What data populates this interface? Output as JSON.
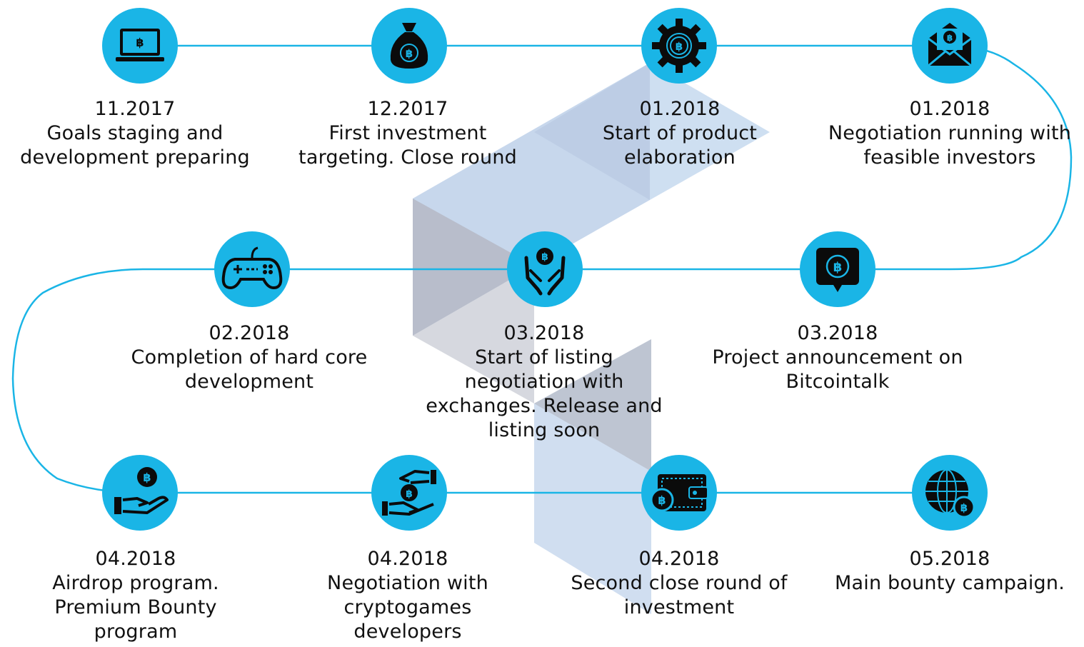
{
  "colors": {
    "accent": "#1ab5e6",
    "icon": "#0b0b0b",
    "text": "#111111",
    "shape_blue": "#b7cbe6",
    "shape_gray": "#b8bcc9"
  },
  "milestones": [
    {
      "date": "11.2017",
      "text": "Goals staging and development preparing",
      "icon": "laptop-bitcoin-icon"
    },
    {
      "date": "12.2017",
      "text": "First investment targeting. Close round",
      "icon": "money-bag-icon"
    },
    {
      "date": "01.2018",
      "text": "Start of product elaboration",
      "icon": "gear-bitcoin-icon"
    },
    {
      "date": "01.2018",
      "text": "Negotiation running with feasible investors",
      "icon": "envelope-bitcoin-icon"
    },
    {
      "date": "03.2018",
      "text": "Project announcement on Bitcointalk",
      "icon": "chat-bubble-bitcoin-icon"
    },
    {
      "date": "03.2018",
      "text": "Start of listing negotiation with exchanges. Release and listing soon",
      "icon": "hands-bitcoin-icon"
    },
    {
      "date": "02.2018",
      "text": "Completion of hard core development",
      "icon": "gamepad-icon"
    },
    {
      "date": "04.2018",
      "text": "Airdrop program. Premium Bounty program",
      "icon": "hand-coin-icon"
    },
    {
      "date": "04.2018",
      "text": "Negotiation with cryptogames developers",
      "icon": "hands-exchange-coin-icon"
    },
    {
      "date": "04.2018",
      "text": "Second close round of investment",
      "icon": "wallet-bitcoin-icon"
    },
    {
      "date": "05.2018",
      "text": "Main bounty campaign.",
      "icon": "globe-bitcoin-icon"
    }
  ]
}
